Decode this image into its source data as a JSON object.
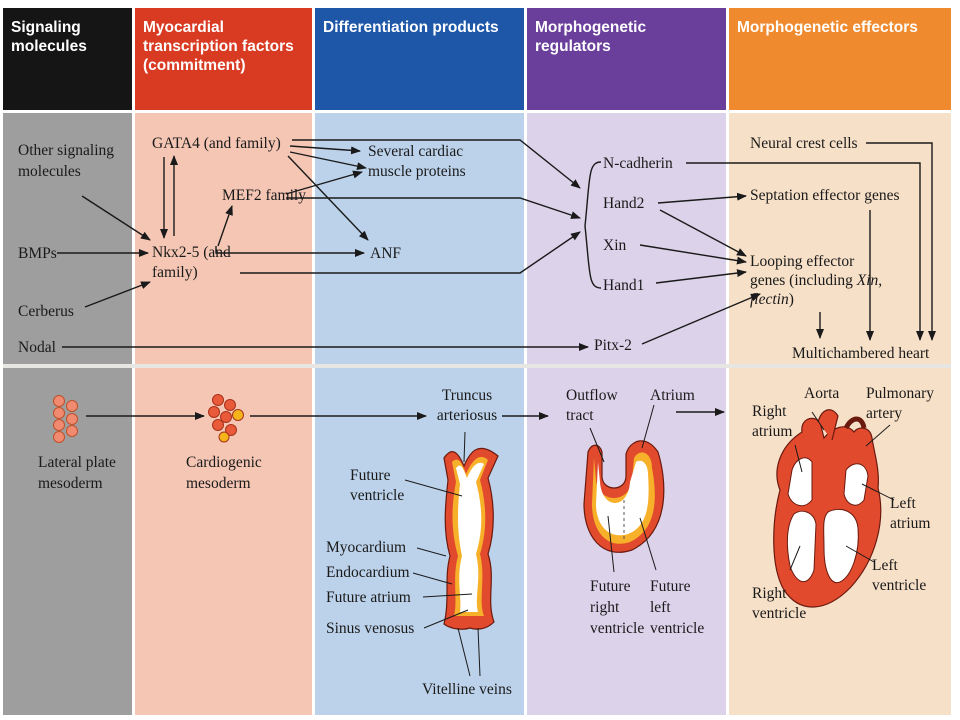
{
  "columns": [
    {
      "title": "Signaling molecules",
      "color": "#151515",
      "bg": "#9e9e9e"
    },
    {
      "title": "Myocardial transcription factors (commitment)",
      "color": "#d93a22",
      "bg": "#f5c6b4"
    },
    {
      "title": "Differentiation products",
      "color": "#1e57a8",
      "bg": "#bcd2ea"
    },
    {
      "title": "Morphogenetic regulators",
      "color": "#6a3f9c",
      "bg": "#dcd2ea"
    },
    {
      "title": "Morphogenetic effectors",
      "color": "#ef8a2e",
      "bg": "#f7e0c8"
    }
  ],
  "signals": {
    "other": "Other signaling molecules",
    "bmps": "BMPs",
    "cerberus": "Cerberus",
    "nodal": "Nodal"
  },
  "factors": {
    "gata4": "GATA4 (and family)",
    "mef2": "MEF2 family",
    "nkx": "Nkx2-5 (and family)"
  },
  "products": {
    "cardiac": "Several cardiac muscle proteins",
    "anf": "ANF"
  },
  "regulators": {
    "ncadherin": "N-cadherin",
    "hand2": "Hand2",
    "xin": "Xin",
    "hand1": "Hand1",
    "pitx2": "Pitx-2"
  },
  "effectors": {
    "neural": "Neural crest cells",
    "septation": "Septation effector genes",
    "looping_a": "Looping effector genes (including",
    "looping_xin": "Xin",
    "looping_sep": ", ",
    "looping_flectin": "flectin",
    "looping_end": ")",
    "multi": "Multichambered heart"
  },
  "stages": {
    "lateral": "Lateral plate mesoderm",
    "cardiogenic": "Cardiogenic mesoderm",
    "truncus": "Truncus arteriosus",
    "future_ventricle": "Future ventricle",
    "myocardium": "Myocardium",
    "endocardium": "Endocardium",
    "future_atrium": "Future atrium",
    "sinus": "Sinus venosus",
    "vitelline": "Vitelline veins",
    "outflow": "Outflow tract",
    "atrium": "Atrium",
    "future_right": "Future right ventricle",
    "future_left": "Future left ventricle",
    "aorta": "Aorta",
    "pulmonary": "Pulmonary artery",
    "right_atrium": "Right atrium",
    "left_atrium": "Left atrium",
    "left_ventricle": "Left ventricle",
    "right_ventricle": "Right ventricle"
  }
}
